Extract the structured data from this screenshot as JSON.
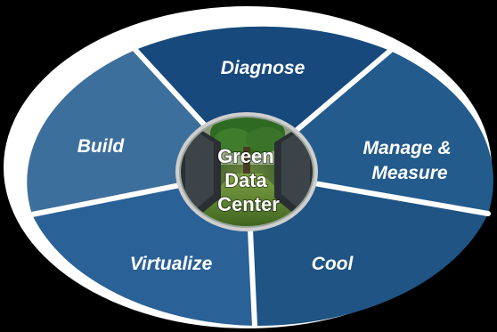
{
  "diagram": {
    "center": {
      "lines": [
        "Green",
        "Data",
        "Center"
      ]
    },
    "segments": [
      {
        "name": "diagnose",
        "lines": [
          "Diagnose"
        ],
        "color": "#17497c"
      },
      {
        "name": "manage-measure",
        "lines": [
          "Manage &",
          "Measure"
        ],
        "color": "#235b8c"
      },
      {
        "name": "cool",
        "lines": [
          "Cool"
        ],
        "color": "#1f5485"
      },
      {
        "name": "virtualize",
        "lines": [
          "Virtualize"
        ],
        "color": "#2a6196"
      },
      {
        "name": "build",
        "lines": [
          "Build"
        ],
        "color": "#3d6f9c"
      }
    ],
    "colors": {
      "background": "#000000",
      "ring_outline": "#ffffff",
      "divider": "#ffffff"
    }
  }
}
